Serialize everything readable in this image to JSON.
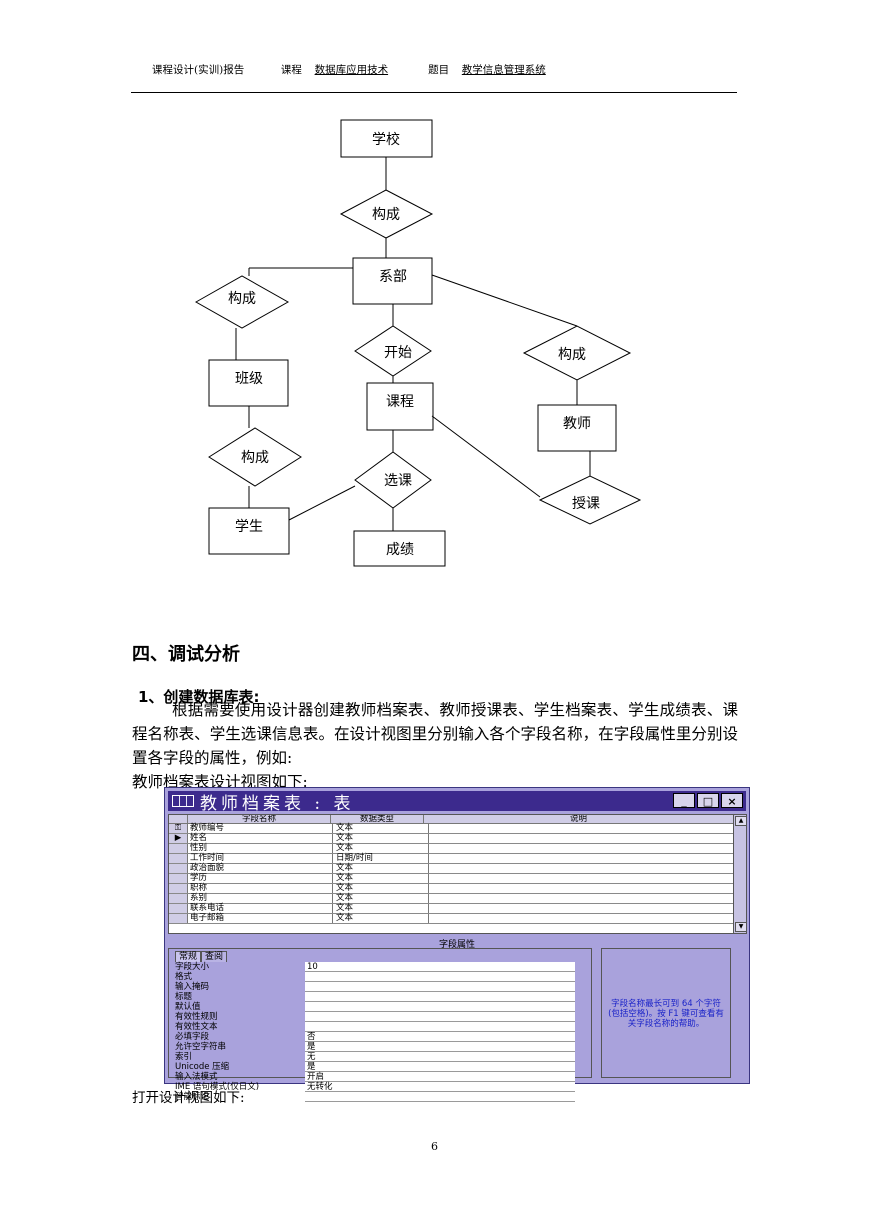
{
  "header": {
    "report_label": "课程设计(实训)报告",
    "course_label": "课程",
    "course_value": "数据库应用技术",
    "topic_label": "题目",
    "topic_value": "教学信息管理系统"
  },
  "er_diagram": {
    "entities": {
      "school": "学校",
      "department": "系部",
      "class": "班级",
      "course": "课程",
      "teacher": "教师",
      "student": "学生",
      "grade": "成绩"
    },
    "relations": {
      "r_school_dept": "构成",
      "r_dept_class": "构成",
      "r_dept_course": "开始",
      "r_dept_teacher": "构成",
      "r_class_student": "构成",
      "r_select": "选课",
      "r_teach": "授课"
    }
  },
  "section": {
    "heading": "四、调试分析",
    "subheading": "1、创建数据库表:",
    "paragraph": "根据需要使用设计器创建教师档案表、教师授课表、学生档案表、学生成绩表、课程名称表、学生选课信息表。在设计视图里分别输入各个字段名称，在字段属性里分别设置各字段的属性，例如:",
    "caption": "教师档案表设计视图如下:"
  },
  "access_window": {
    "title": "教师档案表 : 表",
    "buttons": [
      "_",
      "□",
      "×"
    ],
    "columns": [
      "字段名称",
      "数据类型",
      "说明"
    ],
    "rows": [
      {
        "marker": "key",
        "name": "教师编号",
        "type": "文本"
      },
      {
        "marker": "arrow",
        "name": "姓名",
        "type": "文本"
      },
      {
        "marker": "",
        "name": "性别",
        "type": "文本"
      },
      {
        "marker": "",
        "name": "工作时间",
        "type": "日期/时间"
      },
      {
        "marker": "",
        "name": "政治面貌",
        "type": "文本"
      },
      {
        "marker": "",
        "name": "学历",
        "type": "文本"
      },
      {
        "marker": "",
        "name": "职称",
        "type": "文本"
      },
      {
        "marker": "",
        "name": "系别",
        "type": "文本"
      },
      {
        "marker": "",
        "name": "联系电话",
        "type": "文本"
      },
      {
        "marker": "",
        "name": "电子邮箱",
        "type": "文本"
      }
    ],
    "properties_label": "字段属性",
    "tabs": [
      "常规",
      "查阅"
    ],
    "properties": [
      {
        "key": "字段大小",
        "value": "10"
      },
      {
        "key": "格式",
        "value": ""
      },
      {
        "key": "输入掩码",
        "value": ""
      },
      {
        "key": "标题",
        "value": ""
      },
      {
        "key": "默认值",
        "value": ""
      },
      {
        "key": "有效性规则",
        "value": ""
      },
      {
        "key": "有效性文本",
        "value": ""
      },
      {
        "key": "必填字段",
        "value": "否"
      },
      {
        "key": "允许空字符串",
        "value": "是"
      },
      {
        "key": "索引",
        "value": "无"
      },
      {
        "key": "Unicode 压缩",
        "value": "是"
      },
      {
        "key": "输入法模式",
        "value": "开启"
      },
      {
        "key": "IME 语句模式(仅日文)",
        "value": "无转化"
      },
      {
        "key": "智能标记",
        "value": ""
      }
    ],
    "help_text": "字段名称最长可到 64 个字符(包括空格)。按 F1 键可查看有关字段名称的帮助。"
  },
  "after_caption": "打开设计视图如下:",
  "page_number": "6"
}
